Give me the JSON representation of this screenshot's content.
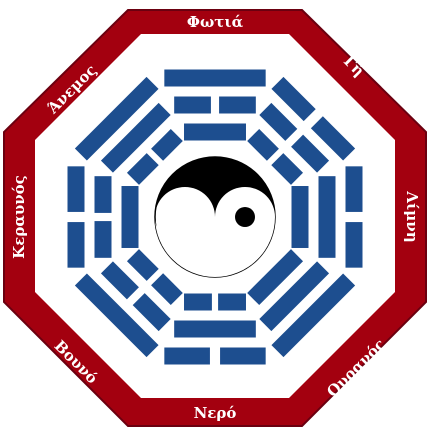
{
  "colors": {
    "frame": "#a3000f",
    "frame_stroke": "#6b0010",
    "label_text": "#ffffff",
    "trigram": "#1d4e8f",
    "center_bg": "#ffffff",
    "yin": "#000000",
    "yang": "#ffffff"
  },
  "labels": {
    "top": "Φωτιά",
    "top_right": "Γή",
    "right": "Λίμνη",
    "bottom_right": "Ουρανός",
    "bottom": "Νερό",
    "bottom_left": "Βουνό",
    "left": "Κεραυνός",
    "top_left": "Άνεμος"
  },
  "trigrams": [
    {
      "name": "Φωτιά",
      "lines": "yang-yin-yang",
      "icon": "fire-trigram"
    },
    {
      "name": "Γή",
      "lines": "yin-yin-yin",
      "icon": "earth-trigram"
    },
    {
      "name": "Λίμνη",
      "lines": "yin-yang-yang",
      "icon": "lake-trigram"
    },
    {
      "name": "Ουρανός",
      "lines": "yang-yang-yang",
      "icon": "heaven-trigram"
    },
    {
      "name": "Νερό",
      "lines": "yin-yang-yin",
      "icon": "water-trigram"
    },
    {
      "name": "Βουνό",
      "lines": "yang-yin-yin",
      "icon": "mountain-trigram"
    },
    {
      "name": "Κεραυνός",
      "lines": "yin-yin-yang",
      "icon": "thunder-trigram"
    },
    {
      "name": "Άνεμος",
      "lines": "yang-yang-yin",
      "icon": "wind-trigram"
    }
  ],
  "center": {
    "icon": "yin-yang-icon"
  }
}
